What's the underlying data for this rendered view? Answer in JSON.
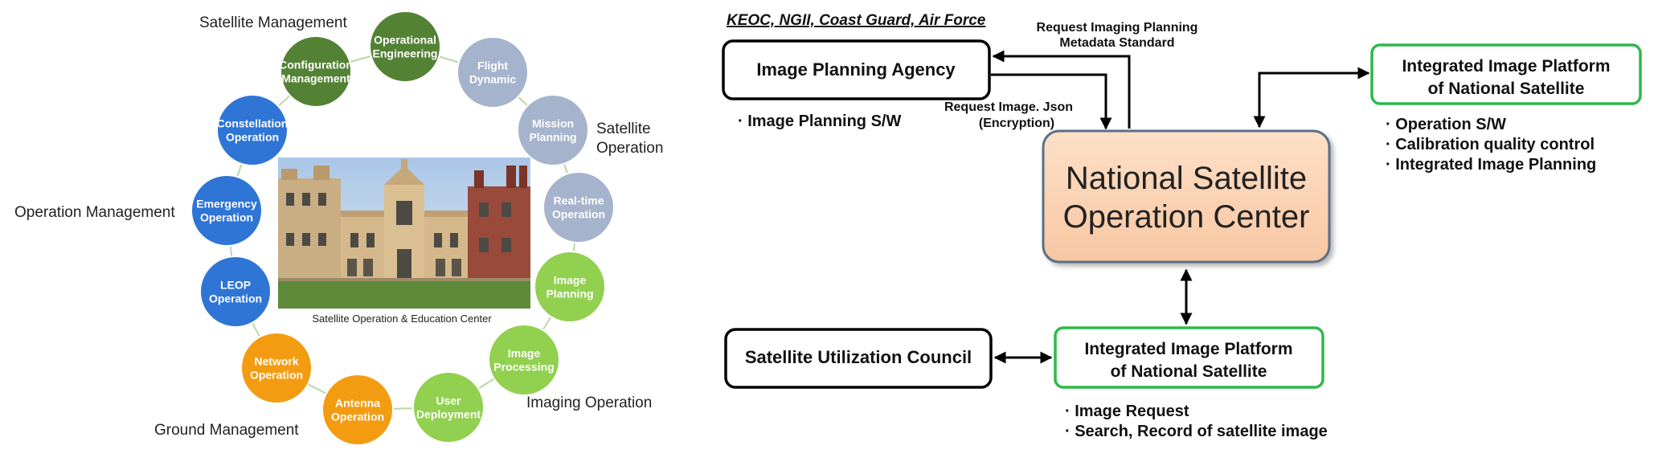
{
  "left": {
    "group_labels": {
      "satellite_management": "Satellite Management",
      "satellite_operation": [
        "Satellite",
        "Operation"
      ],
      "operation_management": "Operation Management",
      "imaging_operation": "Imaging Operation",
      "ground_management": "Ground Management"
    },
    "circles": [
      {
        "id": "operational-engineering",
        "lines": [
          "Operational",
          "Engineering"
        ],
        "color": "#548235"
      },
      {
        "id": "configuration-management",
        "lines": [
          "Configuration",
          "Management"
        ],
        "color": "#548235"
      },
      {
        "id": "flight-dynamic",
        "lines": [
          "Flight",
          "Dynamic"
        ],
        "color": "#a6b3cc"
      },
      {
        "id": "mission-planning",
        "lines": [
          "Mission",
          "Planning"
        ],
        "color": "#a6b3cc"
      },
      {
        "id": "real-time-operation",
        "lines": [
          "Real-time",
          "Operation"
        ],
        "color": "#a6b3cc"
      },
      {
        "id": "image-planning",
        "lines": [
          "Image",
          "Planning"
        ],
        "color": "#92d050"
      },
      {
        "id": "image-processing",
        "lines": [
          "Image",
          "Processing"
        ],
        "color": "#92d050"
      },
      {
        "id": "user-deployment",
        "lines": [
          "User",
          "Deployment"
        ],
        "color": "#92d050"
      },
      {
        "id": "antenna-operation",
        "lines": [
          "Antenna",
          "Operation"
        ],
        "color": "#f39c12"
      },
      {
        "id": "network-operation",
        "lines": [
          "Network",
          "Operation"
        ],
        "color": "#f39c12"
      },
      {
        "id": "leop-operation",
        "lines": [
          "LEOP",
          "Operation"
        ],
        "color": "#2e75d6"
      },
      {
        "id": "emergency-operation",
        "lines": [
          "Emergency",
          "Operation"
        ],
        "color": "#2e75d6"
      },
      {
        "id": "constellation-operation",
        "lines": [
          "Constellation",
          "Operation"
        ],
        "color": "#2e75d6"
      }
    ],
    "photo_caption": "Satellite Operation & Education Center"
  },
  "right": {
    "header": "KEOC, NGII, Coast Guard, Air Force",
    "image_planning_agency": {
      "title": "Image Planning Agency",
      "bullets": [
        "· Image Planning S/W"
      ]
    },
    "request_metadata_label": [
      "Request Imaging Planning",
      "Metadata Standard"
    ],
    "request_json_label": [
      "Request Image. Json",
      "(Encryption)"
    ],
    "center": {
      "lines": [
        "National Satellite",
        "Operation Center"
      ]
    },
    "platform_top": {
      "title": [
        "Integrated Image Platform",
        "of National Satellite"
      ],
      "bullets": [
        "· Operation S/W",
        "· Calibration quality control",
        "· Integrated Image Planning"
      ]
    },
    "satellite_utilization_council": {
      "title": "Satellite Utilization Council"
    },
    "platform_bottom": {
      "title": [
        "Integrated Image Platform",
        "of National Satellite"
      ],
      "bullets": [
        "· Image Request",
        "· Search, Record of satellite image"
      ]
    }
  },
  "colors": {
    "green_border": "#2db84a",
    "center_fill": "#fcd5b5",
    "black": "#000000"
  }
}
